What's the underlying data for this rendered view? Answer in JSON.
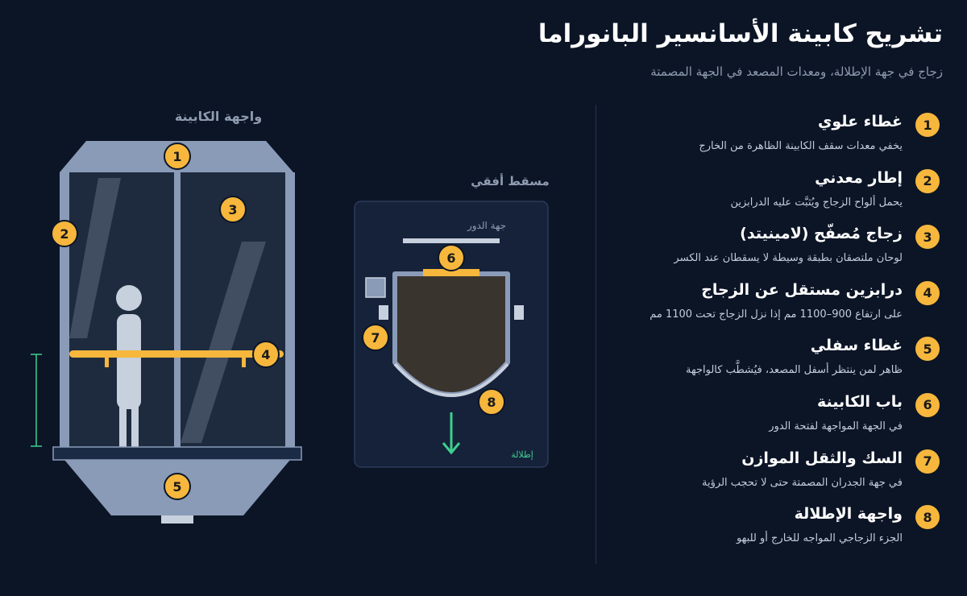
{
  "header": {
    "title": "تشريح كابينة الأسانسير البانوراما",
    "subtitle": "زجاج في جهة الإطلالة، ومعدات المصعد في الجهة المصمتة"
  },
  "front_view": {
    "label": "واجهة الكابينة",
    "markers": [
      "1",
      "2",
      "3",
      "4",
      "5"
    ]
  },
  "plan_view": {
    "label": "مسقط أفقي",
    "floor_side": "جهة الدور",
    "view_side": "إطلالة",
    "markers": [
      "6",
      "7",
      "8"
    ]
  },
  "legend": [
    {
      "num": "1",
      "title": "غطاء علوي",
      "desc": "يخفي معدات سقف الكابينة الظاهرة من الخارج"
    },
    {
      "num": "2",
      "title": "إطار معدني",
      "desc": "يحمل ألواح الزجاج ويُثبَّت عليه الدرابزين"
    },
    {
      "num": "3",
      "title": "زجاج مُصفّح (لامينيتد)",
      "desc": "لوحان ملتصقان بطبقة وسيطة لا يسقطان عند الكسر"
    },
    {
      "num": "4",
      "title": "درابزين مستقل عن الزجاج",
      "desc": "على ارتفاع 900–1100 مم إذا نزل الزجاج تحت 1100 مم"
    },
    {
      "num": "5",
      "title": "غطاء سفلي",
      "desc": "ظاهر لمن ينتظر أسفل المصعد، فيُشطَّب كالواجهة"
    },
    {
      "num": "6",
      "title": "باب الكابينة",
      "desc": "في الجهة المواجهة لفتحة الدور"
    },
    {
      "num": "7",
      "title": "السك والثقل الموازن",
      "desc": "في جهة الجدران المصمتة حتى لا تحجب الرؤية"
    },
    {
      "num": "8",
      "title": "واجهة الإطلالة",
      "desc": "الجزء الزجاجي المواجه للخارج أو للبهو"
    }
  ],
  "colors": {
    "background": "#0c1526",
    "frame": "#8a9bb8",
    "glass": "#1e2b3f",
    "accent": "#f6b73c",
    "green": "#3ecf8e"
  }
}
